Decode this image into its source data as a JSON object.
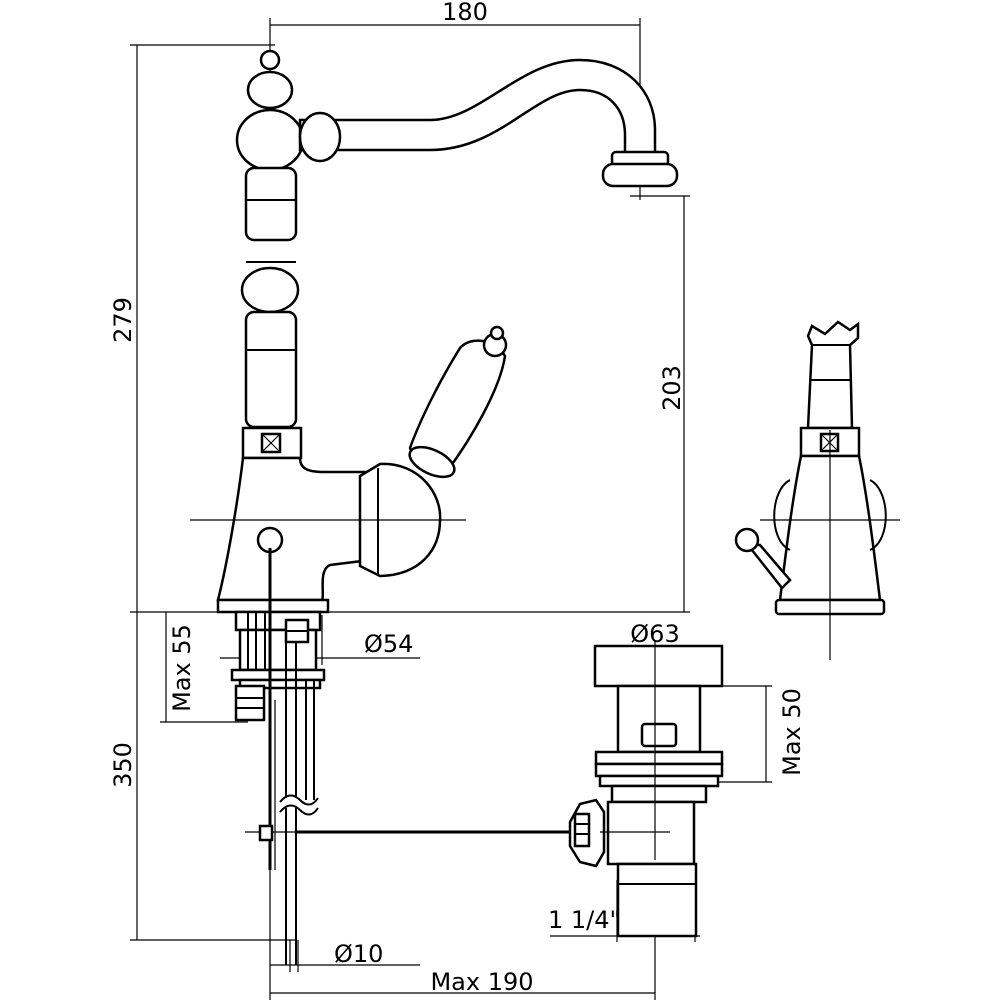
{
  "dimensions": {
    "spout_reach": "180",
    "total_height": "279",
    "spout_height": "203",
    "base_diameter": "Ø54",
    "max_deck_thickness": "Max 55",
    "pipe_length": "350",
    "pipe_diameter": "Ø10",
    "rod_length": "Max 190",
    "waste_diameter": "Ø63",
    "waste_max_thickness": "Max 50",
    "waste_thread": "1 1/4\""
  }
}
